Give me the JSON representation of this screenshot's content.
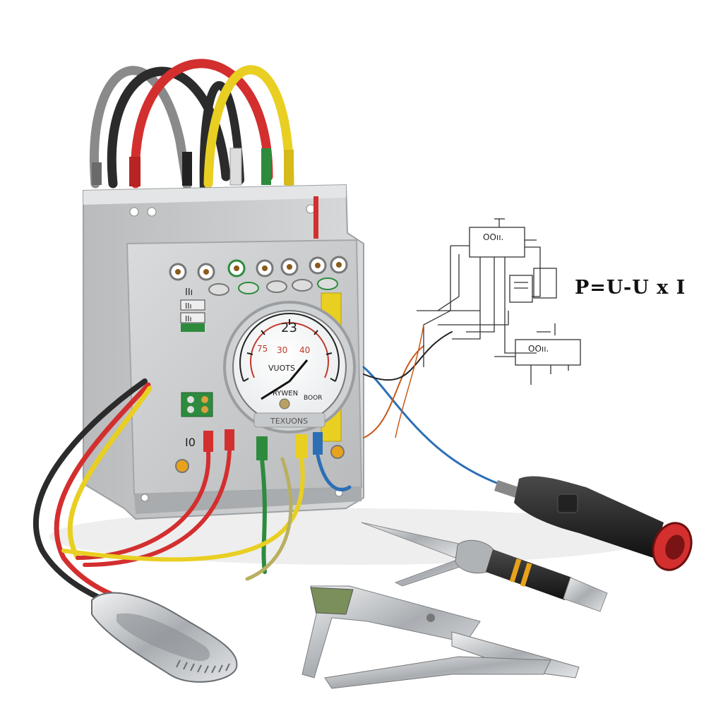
{
  "formula": "P=U-U x I",
  "gauge": {
    "top_number": "23",
    "scale_a": "30",
    "scale_b": "40",
    "scale_c": "75",
    "unit_label": "VUOTS",
    "sub_label": "RYWEN",
    "corner_text": "BOOR",
    "brand_plate": "TEXUONS"
  },
  "schematic": {
    "box1_label": "OOıı.",
    "box2_label": "OOıı."
  },
  "panel_labels": {
    "left_a": "IIı",
    "left_b": "IIı",
    "left_c": "IIı",
    "left_d": "I0"
  },
  "colors": {
    "wire_red": "#d32f2f",
    "wire_yellow": "#e9cf22",
    "wire_black": "#2b2b2b",
    "wire_grey": "#8a8a8a",
    "wire_green": "#2e8b3e",
    "wire_blue": "#2c6fb5",
    "housing": "#c9cbcc",
    "accent_orange": "#e8a21c"
  },
  "objects": {
    "enclosure": "electrical-enclosure",
    "gauge": "analog-voltmeter",
    "tool_1": "screwdriver",
    "tool_2": "pliers",
    "tool_3": "multimeter-probe",
    "tool_4": "utility-knife"
  }
}
